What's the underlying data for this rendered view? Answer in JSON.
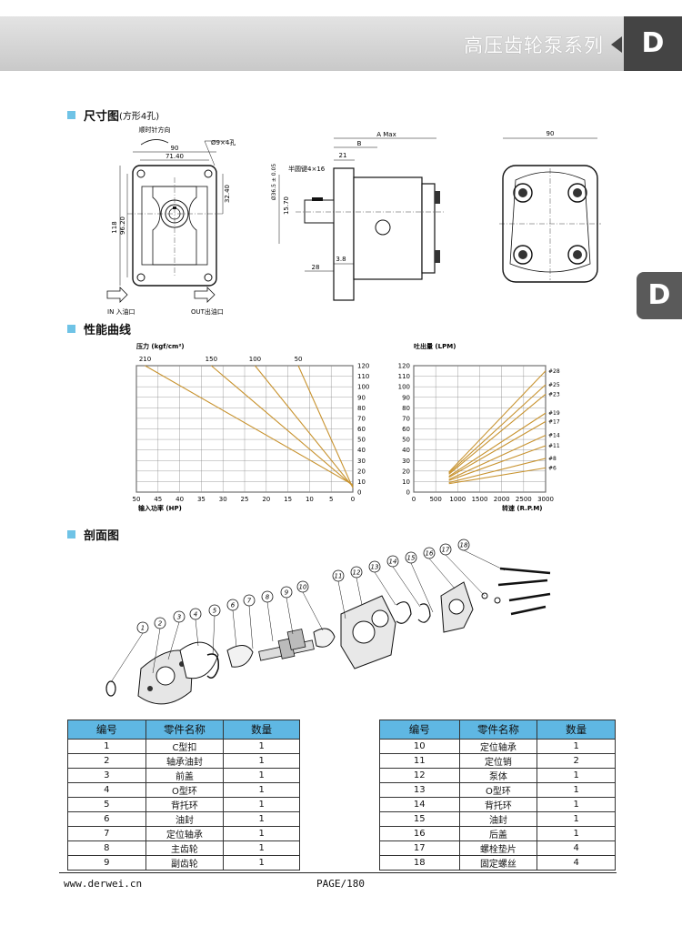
{
  "header": {
    "title": "高压齿轮泵系列",
    "letter": "D"
  },
  "side_tab": "D",
  "sections": {
    "dimensions": {
      "title": "尺寸图",
      "subtitle": "(方形4孔)"
    },
    "performance": {
      "title": "性能曲线"
    },
    "exploded": {
      "title": "剖面图"
    }
  },
  "front_view": {
    "rotation": "顺时针方向",
    "hole": "Ø9×4孔",
    "w90": "90",
    "w7140": "71.40",
    "h118": "118",
    "h9620": "96.20",
    "h3240": "32.40",
    "in_port": "IN 入油口",
    "out_port": "OUT出油口"
  },
  "side_view": {
    "a_max": "A Max",
    "b": "B",
    "d21": "21",
    "key": "半圆键4×16",
    "shaft_dia": "Ø36.5 ± 0.05",
    "d1570": "15.70",
    "d38": "3.8",
    "d28": "28"
  },
  "end_view": {
    "w90": "90"
  },
  "chart_data": [
    {
      "type": "line",
      "ylabel": "压力 (kgf/cm²)",
      "xlabel": "输入功率 (HP)",
      "x_ticks": [
        50,
        45,
        40,
        35,
        30,
        25,
        20,
        15,
        10,
        5,
        0
      ],
      "y_ticks": [
        120,
        110,
        100,
        90,
        80,
        70,
        60,
        50,
        40,
        30,
        20,
        10,
        0
      ],
      "xlim": [
        50,
        0
      ],
      "ylim": [
        0,
        120
      ],
      "series": [
        {
          "name": "210",
          "points": [
            [
              48,
              120
            ],
            [
              0,
              7
            ]
          ]
        },
        {
          "name": "150",
          "points": [
            [
              32.7,
              120
            ],
            [
              0,
              6
            ]
          ]
        },
        {
          "name": "100",
          "points": [
            [
              22.6,
              120
            ],
            [
              0,
              5
            ]
          ]
        },
        {
          "name": "50",
          "points": [
            [
              12.6,
              120
            ],
            [
              0,
              4
            ]
          ]
        }
      ],
      "line_color": "#c8932f"
    },
    {
      "type": "line",
      "ylabel": "吐出量 (LPM)",
      "xlabel": "转速 (R.P.M)",
      "x_ticks": [
        0,
        500,
        1000,
        1500,
        2000,
        2500,
        3000
      ],
      "y_ticks": [
        120,
        110,
        100,
        90,
        80,
        70,
        60,
        50,
        40,
        30,
        20,
        10,
        0
      ],
      "xlim": [
        0,
        3000
      ],
      "ylim": [
        0,
        120
      ],
      "series": [
        {
          "name": "#28",
          "points": [
            [
              800,
              19
            ],
            [
              3000,
              115
            ]
          ]
        },
        {
          "name": "#25",
          "points": [
            [
              800,
              18
            ],
            [
              3000,
              102
            ]
          ]
        },
        {
          "name": "#23",
          "points": [
            [
              800,
              17
            ],
            [
              3000,
              93
            ]
          ]
        },
        {
          "name": "#19",
          "points": [
            [
              800,
              15
            ],
            [
              3000,
              75
            ]
          ]
        },
        {
          "name": "#17",
          "points": [
            [
              800,
              14
            ],
            [
              3000,
              67
            ]
          ]
        },
        {
          "name": "#14",
          "points": [
            [
              800,
              12
            ],
            [
              3000,
              54
            ]
          ]
        },
        {
          "name": "#11",
          "points": [
            [
              800,
              11
            ],
            [
              3000,
              44
            ]
          ]
        },
        {
          "name": "#8",
          "points": [
            [
              800,
              9
            ],
            [
              3000,
              32
            ]
          ]
        },
        {
          "name": "#6",
          "points": [
            [
              800,
              8
            ],
            [
              3000,
              23
            ]
          ]
        }
      ],
      "line_color": "#c8932f"
    }
  ],
  "callouts": [
    "1",
    "2",
    "3",
    "4",
    "5",
    "6",
    "7",
    "8",
    "9",
    "10",
    "11",
    "12",
    "13",
    "14",
    "15",
    "16",
    "17",
    "18"
  ],
  "parts_table": {
    "headers": [
      "编号",
      "零件名称",
      "数量"
    ],
    "left": [
      [
        "1",
        "C型扣",
        "1"
      ],
      [
        "2",
        "轴承油封",
        "1"
      ],
      [
        "3",
        "前盖",
        "1"
      ],
      [
        "4",
        "O型环",
        "1"
      ],
      [
        "5",
        "背托环",
        "1"
      ],
      [
        "6",
        "油封",
        "1"
      ],
      [
        "7",
        "定位轴承",
        "1"
      ],
      [
        "8",
        "主齿轮",
        "1"
      ],
      [
        "9",
        "副齿轮",
        "1"
      ]
    ],
    "right": [
      [
        "10",
        "定位轴承",
        "1"
      ],
      [
        "11",
        "定位销",
        "2"
      ],
      [
        "12",
        "泵体",
        "1"
      ],
      [
        "13",
        "O型环",
        "1"
      ],
      [
        "14",
        "背托环",
        "1"
      ],
      [
        "15",
        "油封",
        "1"
      ],
      [
        "16",
        "后盖",
        "1"
      ],
      [
        "17",
        "螺栓垫片",
        "4"
      ],
      [
        "18",
        "固定螺丝",
        "4"
      ]
    ]
  },
  "footer": {
    "url": "www.derwei.cn",
    "page": "PAGE/180"
  }
}
